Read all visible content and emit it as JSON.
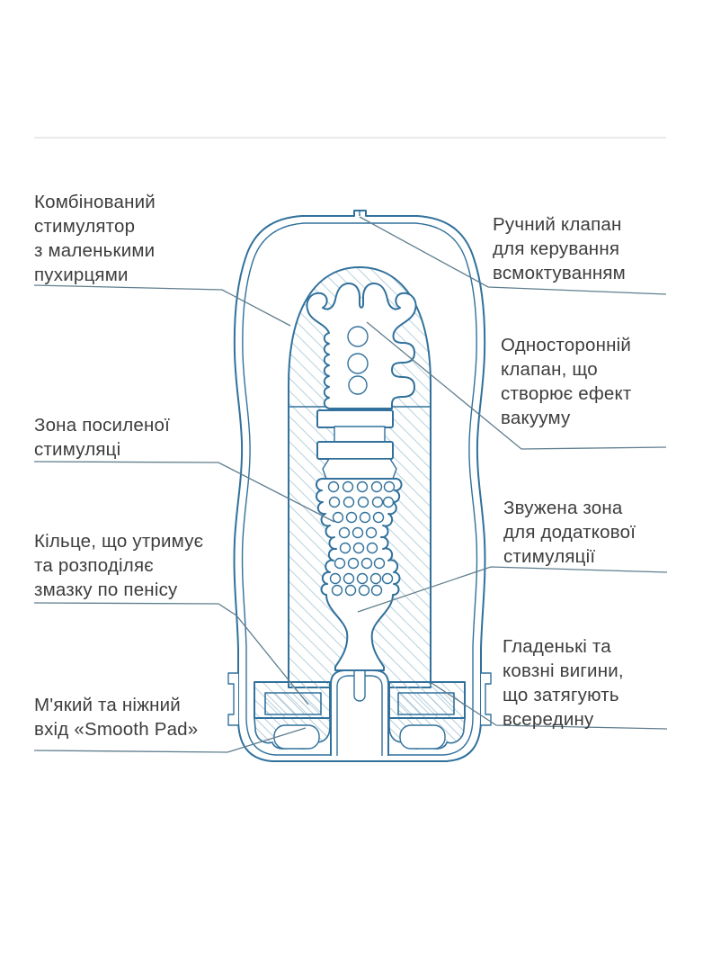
{
  "colors": {
    "line": "#31719c",
    "hatch_light": "#aac8d6",
    "hatch_dense": "#9bbccd",
    "leader": "#5f7e8e",
    "text": "#3d3d3d",
    "divider": "#e9e9e9",
    "background": "#ffffff"
  },
  "labels": {
    "left": [
      {
        "id": "combined-stimulator",
        "text": "Комбінований\nстимулятор\nз маленькими\nпухирцями"
      },
      {
        "id": "enhanced-stimulation-zone",
        "text": "Зона посиленої\nстимуляці"
      },
      {
        "id": "lube-ring",
        "text": "Кільце, що утримує\nта розподіляє\nзмазку по пенісу"
      },
      {
        "id": "smooth-pad-entry",
        "text": "М'який та ніжний\nвхід «Smooth Pad»"
      }
    ],
    "right": [
      {
        "id": "manual-valve",
        "text": "Ручний клапан\nдля керування\nвсмоктуванням"
      },
      {
        "id": "one-way-valve",
        "text": "Односторонній\nклапан, що\nстворює ефект\nвакууму"
      },
      {
        "id": "narrowed-zone",
        "text": "Звужена зона\nдля додаткової\nстимуляції"
      },
      {
        "id": "smooth-curves",
        "text": "Гладенькі та\nковзні вигини,\nщо затягують\nвсередину"
      }
    ]
  }
}
